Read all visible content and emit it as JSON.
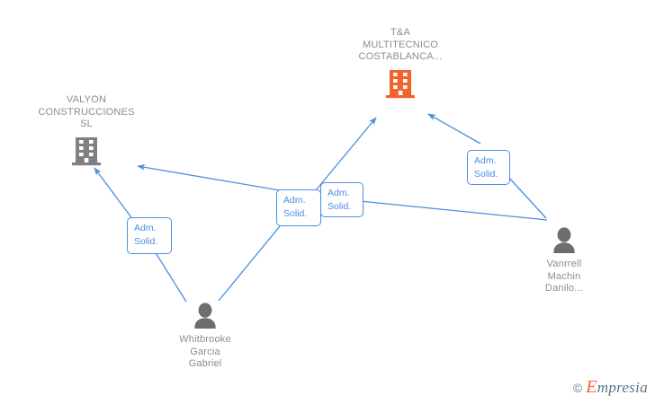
{
  "diagram": {
    "title_node": "main-company",
    "edge_color": "#4a8fe0",
    "company_icon_color_main": "#f4622c",
    "company_icon_color_other": "#808080",
    "person_icon_color": "#6e6e6e",
    "label_color": "#8c8c8c",
    "nodes": [
      {
        "id": "tna",
        "type": "company",
        "label": "T&A\nMULTITECNICO\nCOSTABLANCA...",
        "icon": "building-icon",
        "accent": "#f4622c"
      },
      {
        "id": "valyon",
        "type": "company",
        "label": "VALYON\nCONSTRUCCIONES\nSL",
        "icon": "building-icon",
        "accent": "#808080"
      },
      {
        "id": "vanrrell",
        "type": "person",
        "label": "Vanrrell\nMachin\nDanilo...",
        "icon": "person-icon",
        "accent": "#6e6e6e"
      },
      {
        "id": "whitbrooke",
        "type": "person",
        "label": "Whitbrooke\nGarcia\nGabriel",
        "icon": "person-icon",
        "accent": "#6e6e6e"
      }
    ],
    "relations": [
      {
        "id": "rel-valyon-left",
        "label": "Adm.\nSolid.",
        "from": "whitbrooke",
        "to": "valyon"
      },
      {
        "id": "rel-tna-left",
        "label": "Adm.\nSolid.",
        "from": "whitbrooke",
        "to": "tna"
      },
      {
        "id": "rel-valyon-right",
        "label": "Adm.\nSolid.",
        "from": "vanrrell",
        "to": "valyon"
      },
      {
        "id": "rel-tna-right",
        "label": "Adm.\nSolid.",
        "from": "vanrrell",
        "to": "tna"
      }
    ]
  },
  "watermark": {
    "copyright": "©",
    "brand_initial": "E",
    "brand_rest": "mpresia"
  }
}
